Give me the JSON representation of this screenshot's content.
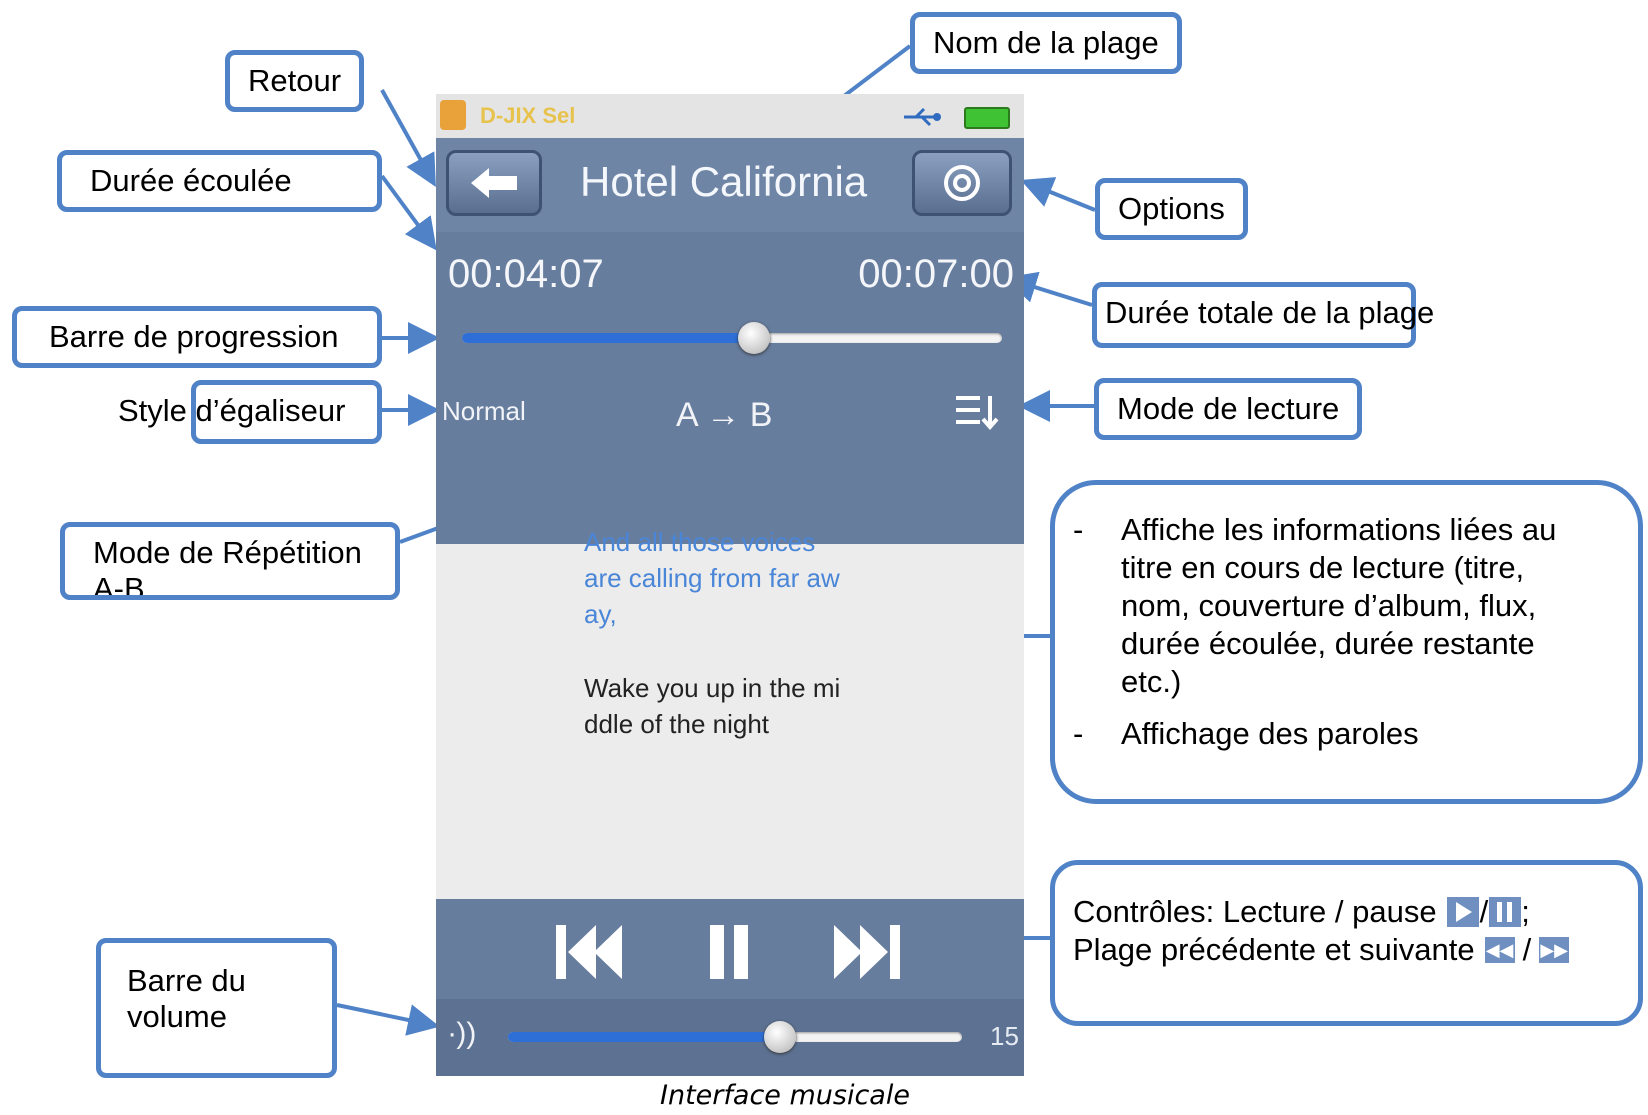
{
  "device": {
    "status_bar": {
      "app_name": "D-JIX Sel"
    },
    "header": {
      "title": "Hotel California"
    },
    "time": {
      "elapsed": "00:04:07",
      "total": "00:07:00"
    },
    "progress_fraction": 0.54,
    "equalizer": "Normal",
    "repeat_mode": "A → B",
    "lyrics": {
      "previous": [
        "And all those voices",
        "are calling from far aw",
        "ay,"
      ],
      "current": [
        "Wake you up in the mi",
        "ddle of the night"
      ]
    },
    "volume": {
      "level": "15",
      "fraction": 0.6
    }
  },
  "callouts": {
    "retour": "Retour",
    "nom_plage": "Nom de la plage",
    "duree_ecoulee": "Durée écoulée",
    "options": "Options",
    "duree_totale": "Durée totale de la plage",
    "barre_progression": "Barre de progression",
    "style_egaliseur": "Style d’égaliseur",
    "mode_lecture": "Mode de lecture",
    "mode_repetition": "Mode de Répétition",
    "mode_repetition_cut": "A-B",
    "info_line1": "Affiche les informations liées au",
    "info_line2": "titre en cours de lecture (titre,",
    "info_line3": "nom, couverture d’album, flux,",
    "info_line4": "durée écoulée, durée restante",
    "info_line5": "etc.)",
    "info_bullet2": "Affichage des paroles",
    "controles_line1": "Contrôles: Lecture / pause",
    "controles_line2": "Plage précédente et suivante",
    "barre_volume_line1": "Barre du",
    "barre_volume_line2": "volume"
  },
  "icons": [
    "back-arrow-icon",
    "gear-icon",
    "usb-icon",
    "battery-icon",
    "play-mode-icon",
    "previous-track-icon",
    "pause-icon",
    "next-track-icon",
    "volume-icon",
    "play-icon"
  ],
  "colors": {
    "callout_border": "#4f82c7",
    "progress_fill": "#2d6fd6",
    "header": "#6f85a6",
    "lyrics_highlight": "#4a86d8"
  },
  "caption": "Interface musicale"
}
